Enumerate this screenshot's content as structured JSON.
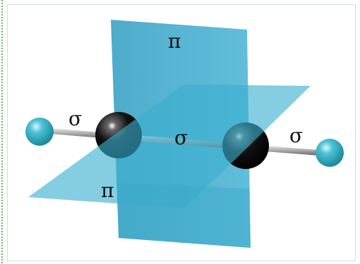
{
  "diagram": {
    "labels": {
      "pi_vertical": "π",
      "pi_horizontal": "π",
      "sigma_left": "σ",
      "sigma_center": "σ",
      "sigma_right": "σ"
    },
    "colors": {
      "plane": "#3aaecf",
      "carbon": "#050505",
      "hydrogen": "#35b3c9",
      "bond": "#9a9a9a",
      "frame_border": "#d2dde4",
      "left_dots": "#6ab06a"
    },
    "atoms": [
      "hydrogen",
      "carbon",
      "carbon",
      "hydrogen"
    ],
    "bonds": [
      "sigma",
      "sigma",
      "sigma"
    ],
    "planes": [
      "pi-vertical",
      "pi-horizontal"
    ]
  }
}
